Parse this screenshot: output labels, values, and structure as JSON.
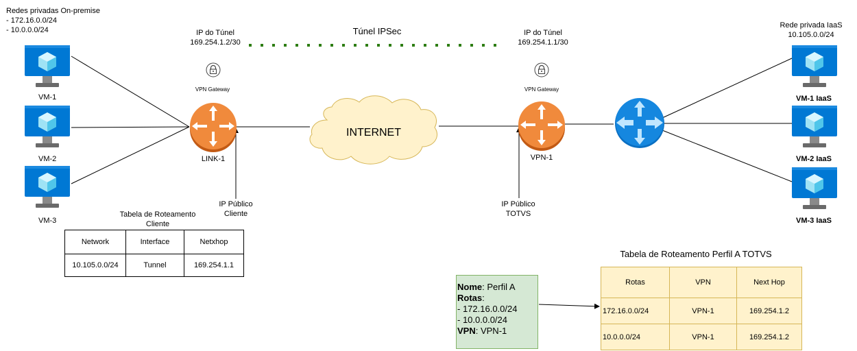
{
  "onprem": {
    "title": "Redes privadas On-premise",
    "net1": "- 172.16.0.0/24",
    "net2": "- 10.0.0.0/24",
    "vms": [
      "VM-1",
      "VM-2",
      "VM-3"
    ]
  },
  "iaas": {
    "title": "Rede privada IaaS",
    "net": "10.105.0.0/24",
    "vms": [
      "VM-1 IaaS",
      "VM-2 IaaS",
      "VM-3 IaaS"
    ]
  },
  "tunnel": {
    "label": "Túnel IPSec",
    "left_ip_label": "IP do Túnel",
    "left_ip": "169.254.1.2/30",
    "right_ip_label": "IP do Túnel",
    "right_ip": "169.254.1.1/30"
  },
  "gateways": {
    "left_caption": "VPN Gateway",
    "left_name": "LINK-1",
    "right_caption": "VPN Gateway",
    "right_name": "VPN-1"
  },
  "internet": "INTERNET",
  "public_ip": {
    "client_line1": "IP Público",
    "client_line2": "Cliente",
    "totvs_line1": "IP Público",
    "totvs_line2": "TOTVS"
  },
  "client_table": {
    "title_line1": "Tabela de Roteamento",
    "title_line2": "Cliente",
    "headers": [
      "Network",
      "Interface",
      "Netxhop"
    ],
    "row": [
      "10.105.0.0/24",
      "Tunnel",
      "169.254.1.1"
    ]
  },
  "profile": {
    "name_key": "Nome",
    "name_val": ": Perfil A",
    "routes_key": "Rotas",
    "routes_colon": ":",
    "route1": "- 172.16.0.0/24",
    "route2": "- 10.0.0.0/24",
    "vpn_key": "VPN",
    "vpn_val": ": VPN-1"
  },
  "totvs_table": {
    "title": "Tabela de Roteamento Perfil A TOTVS",
    "headers": [
      "Rotas",
      "VPN",
      "Next Hop"
    ],
    "rows": [
      [
        "172.16.0.0/24",
        "VPN-1",
        "169.254.1.2"
      ],
      [
        "10.0.0.0/24",
        "VPN-1",
        "169.254.1.2"
      ]
    ]
  },
  "colors": {
    "vm_blue": "#0078d4",
    "gateway_orange": "#f08a3c",
    "router_blue": "#0a6fc2",
    "tunnel_green": "#2d7d12",
    "note_green": "#d5e8d4",
    "table_yellow": "#fff2cc"
  },
  "icons": {
    "vm": "vm-monitor-icon",
    "gateway": "vpn-gateway-icon",
    "router": "router-icon",
    "lock": "lock-icon",
    "cloud": "cloud-icon"
  }
}
